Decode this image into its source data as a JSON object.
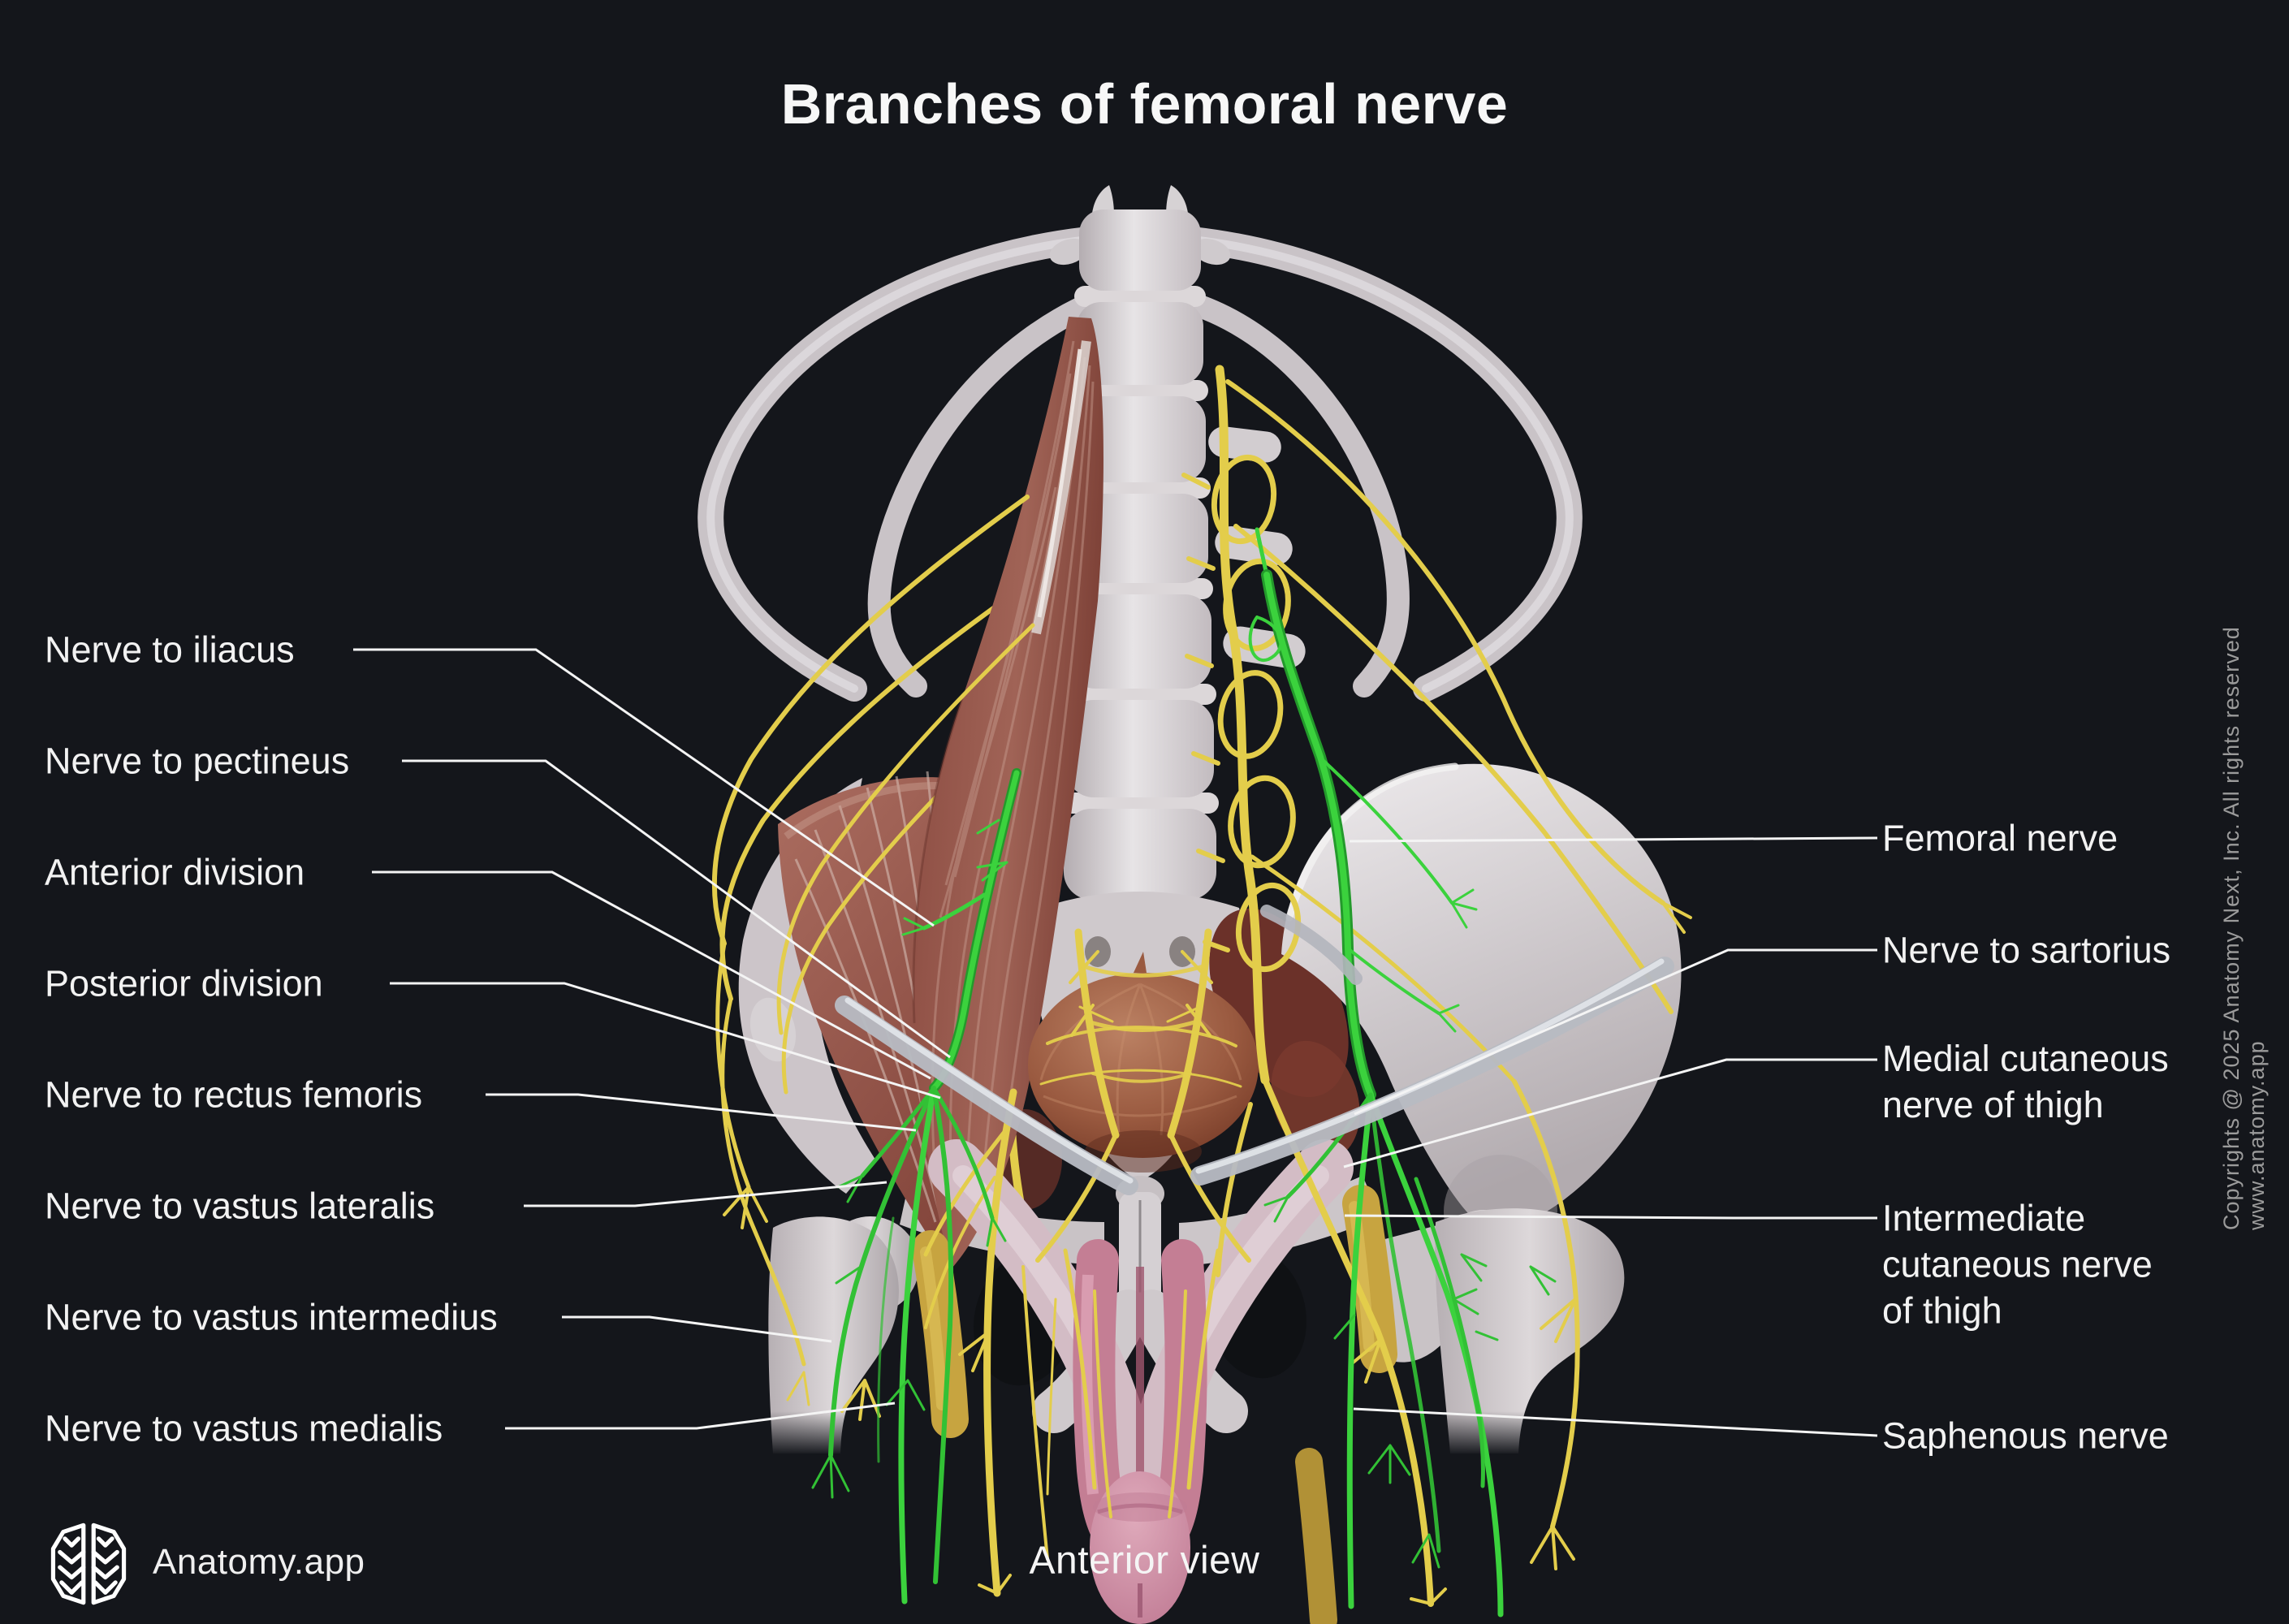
{
  "title": "Branches of femoral nerve",
  "caption": "Anterior view",
  "brand": {
    "name": "Anatomy.app",
    "icon": "brain-logo-icon"
  },
  "copyright": "Copyrights @ 2025 Anatomy Next, Inc. All rights reserved www.anatomy.app",
  "labels": {
    "left": [
      {
        "text": "Nerve to iliacus"
      },
      {
        "text": "Nerve to pectineus"
      },
      {
        "text": "Anterior division"
      },
      {
        "text": "Posterior division"
      },
      {
        "text": "Nerve to rectus femoris"
      },
      {
        "text": "Nerve to vastus lateralis"
      },
      {
        "text": "Nerve to vastus intermedius"
      },
      {
        "text": "Nerve to vastus medialis"
      }
    ],
    "right": [
      {
        "text": "Femoral nerve"
      },
      {
        "text": "Nerve to sartorius"
      },
      {
        "text": [
          "Medial cutaneous",
          "nerve of thigh"
        ]
      },
      {
        "text": [
          "Intermediate",
          "cutaneous nerve",
          "of thigh"
        ]
      },
      {
        "text": "Saphenous nerve"
      }
    ]
  },
  "colors": {
    "background": "#14161b",
    "bone": "#d8d3d6",
    "muscle": "#95554b",
    "nerve_yellow": "#e3cd4b",
    "nerve_green_highlight": "#3bd23d",
    "bladder": "#9a5a40",
    "genital_pink": "#cf8ba0",
    "leader_line": "#f4f4f4",
    "copyright_text": "#9b9b9b"
  }
}
